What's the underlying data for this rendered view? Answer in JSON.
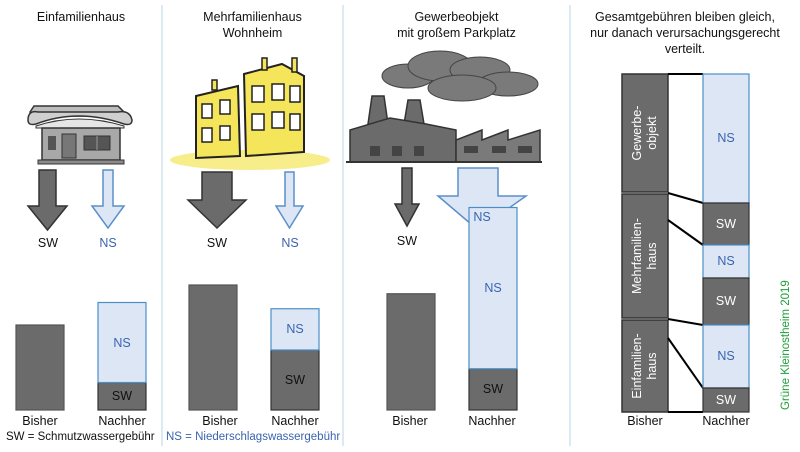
{
  "panels": {
    "single_family": {
      "title": "Einfamilienhaus"
    },
    "multi_family": {
      "title_line1": "Mehrfamilienhaus",
      "title_line2": "Wohnheim"
    },
    "commercial": {
      "title_line1": "Gewerbeobjekt",
      "title_line2": "mit großem Parkplatz"
    },
    "summary": {
      "title_line1": "Gesamtgebühren bleiben gleich,",
      "title_line2": "nur danach verursachungsgerecht",
      "title_line3": "verteilt."
    }
  },
  "labels": {
    "sw": "SW",
    "ns": "NS",
    "before": "Bisher",
    "after": "Nachher"
  },
  "legend": {
    "sw": "SW = Schmutzwassergebühr",
    "ns": "NS = Niederschlagswassergebühr"
  },
  "summary_segments": {
    "commercial": "Gewerbe-\nobjekt",
    "multi_family": "Mehrfamilien-\nhaus",
    "single_family": "Einfamilien-\nhaus"
  },
  "credit": "Grüne Kleinostheim 2019",
  "colors": {
    "sw_fill": "#6b6b6b",
    "ns_fill": "#dce6f5",
    "ns_border": "#4a90c8",
    "ns_text": "#3a64b0",
    "building_yellow": "#f5e55a",
    "credit_green": "#1f9e3a"
  },
  "diagram": {
    "single_family": {
      "bisher_total": 68,
      "nachher_sw": 22,
      "nachher_ns": 64
    },
    "multi_family": {
      "bisher_total": 100,
      "nachher_sw": 48,
      "nachher_ns": 33
    },
    "commercial": {
      "bisher_total": 93,
      "nachher_sw": 33,
      "nachher_ns": 129
    }
  }
}
